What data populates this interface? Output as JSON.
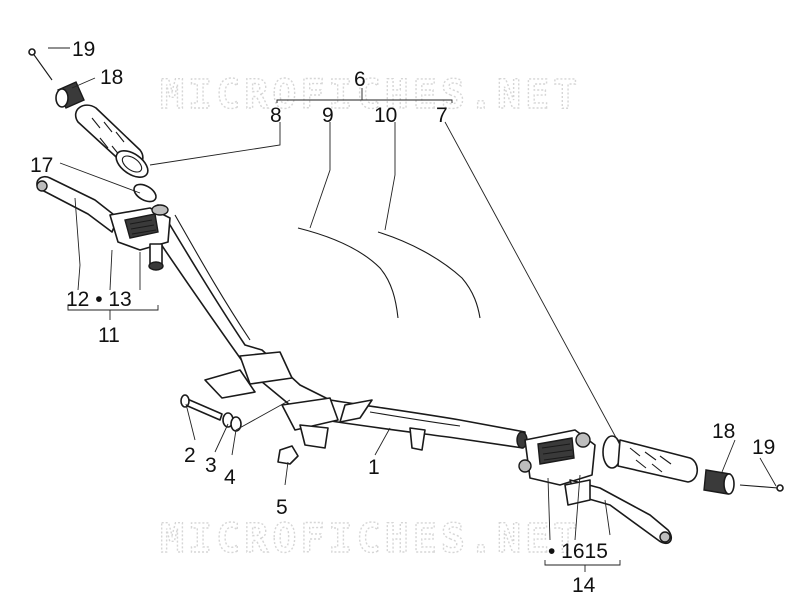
{
  "watermark": {
    "text": "MICROFICHES.NET"
  },
  "callouts": {
    "c1": "1",
    "c2": "2",
    "c3": "3",
    "c4": "4",
    "c5": "5",
    "c6": "6",
    "c7": "7",
    "c8": "8",
    "c9": "9",
    "c10": "10",
    "c11": "11",
    "c12": "12 • 13",
    "c14": "14",
    "c16": "• 1615",
    "c17": "17",
    "c18a": "18",
    "c18b": "18",
    "c19a": "19",
    "c19b": "19"
  }
}
